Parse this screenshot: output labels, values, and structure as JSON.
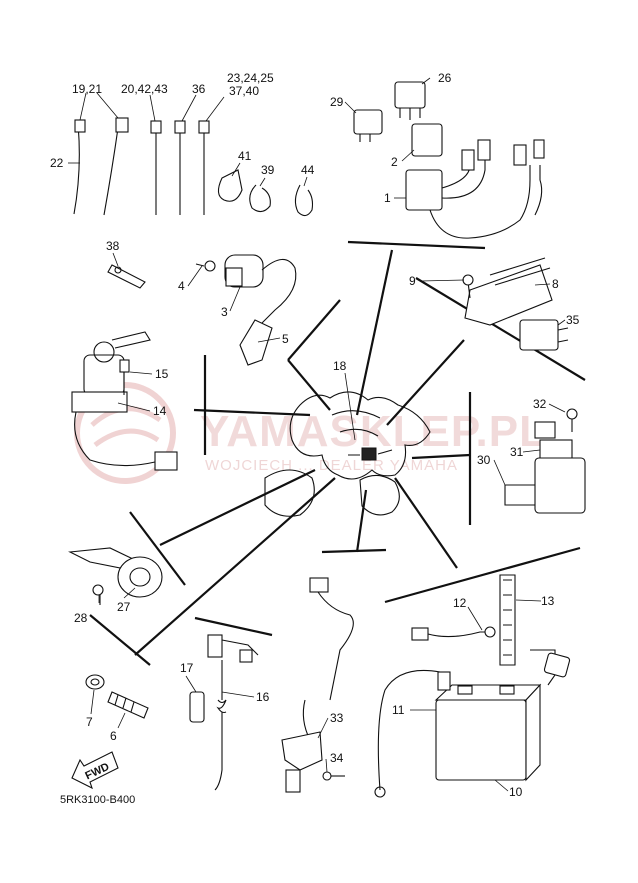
{
  "diagram_code": "5RK3100-B400",
  "watermark": {
    "brand": "YAMASKLEP.PL",
    "tagline": "WOJCIECH ... DEALER YAMAHA"
  },
  "fwd_label": "FWD",
  "callouts": {
    "p1": "1",
    "p2": "2",
    "p3": "3",
    "p4": "4",
    "p5": "5",
    "p6": "6",
    "p7": "7",
    "p8": "8",
    "p9": "9",
    "p10": "10",
    "p11": "11",
    "p12": "12",
    "p13": "13",
    "p14": "14",
    "p15": "15",
    "p16": "16",
    "p17": "17",
    "p18": "18",
    "p19_21": "19,21",
    "p20_42_43": "20,42,43",
    "p22": "22",
    "p23_24_25": "23,24,25",
    "p37_40": "37,40",
    "p26": "26",
    "p27": "27",
    "p28": "28",
    "p29": "29",
    "p30": "30",
    "p31": "31",
    "p32": "32",
    "p33": "33",
    "p34": "34",
    "p35": "35",
    "p36": "36",
    "p38": "38",
    "p39": "39",
    "p41": "41",
    "p44": "44"
  }
}
